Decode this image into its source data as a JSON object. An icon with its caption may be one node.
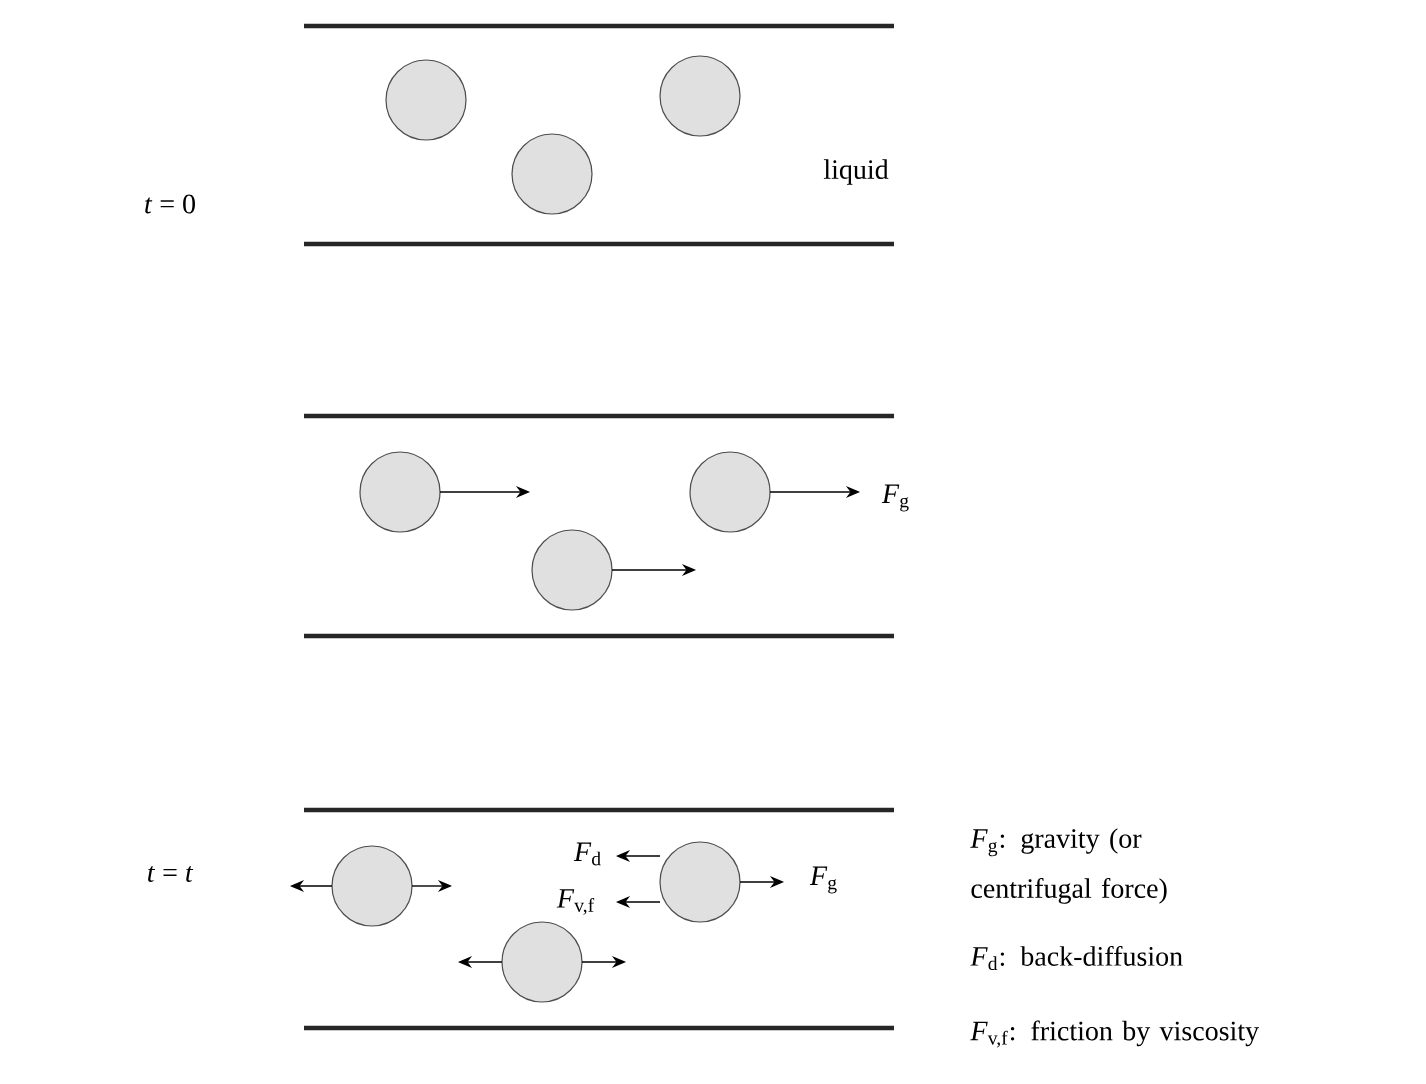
{
  "diagram": {
    "nodes": [
      {
        "text": [],
        "shape": "circle"
      },
      {
        "text": [],
        "shape": "circle"
      },
      {
        "text": [],
        "shape": "circle"
      },
      {
        "text": [],
        "shape": "circle"
      },
      {
        "text": [],
        "shape": "circle"
      },
      {
        "text": [],
        "shape": "circle"
      },
      {
        "text": [],
        "shape": "circle"
      },
      {
        "text": [],
        "shape": "circle"
      },
      {
        "text": [],
        "shape": "circle"
      }
    ],
    "labels": [
      "*t* = 0",
      "liquid",
      "*F*$_{g}$",
      "*t* = *t*",
      "*F*$_{d}$",
      "*F*$_{v,f}$",
      "*F*$_{g}$",
      "*F*$_{g}$: gravity (or centrifugal force)",
      "*F*$_{d}$: back-diffusion",
      "*F*$_{v,f}$: friction by viscosity"
    ]
  }
}
